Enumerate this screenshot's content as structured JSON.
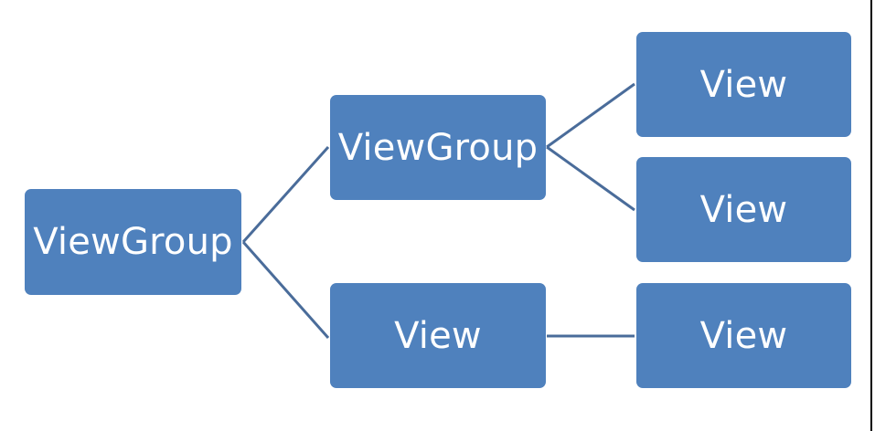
{
  "diagram": {
    "nodes": {
      "root": "ViewGroup",
      "child_group": "ViewGroup",
      "child_view": "View",
      "leaf_1": "View",
      "leaf_2": "View",
      "leaf_3": "View"
    },
    "colors": {
      "node_fill": "#4f81bd",
      "node_text": "#ffffff",
      "connector": "#4a6c9a",
      "background": "#ffffff"
    }
  }
}
